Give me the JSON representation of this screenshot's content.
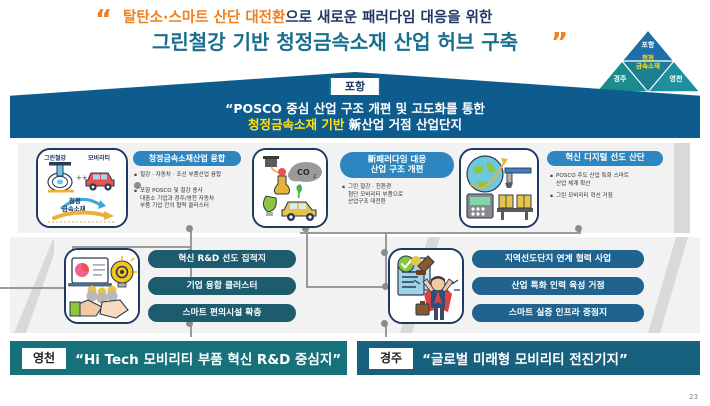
{
  "header": {
    "quote_open": "“",
    "quote_close": "”",
    "line1_accent": "탈탄소·스마트 산단 대전환",
    "line1_rest": "으로 새로운 패러다임 대응을 위한",
    "line2": "그린철강 기반 청정금속소재 산업 허브 구축"
  },
  "logo": {
    "top": "포항",
    "center_line1": "청정",
    "center_line2": "금속소재",
    "bottom_left": "경주",
    "bottom_right": "영천"
  },
  "banner": {
    "badge": "포항",
    "quote_open": "“",
    "line1": "POSCO 중심 산업 구조 개편 및 고도화를 통한",
    "line2_hl": "청정금속소재 기반",
    "line2_rest": " 新산업 거점 산업단지",
    "quote_close": "”"
  },
  "row1": [
    {
      "illustration_label_left": "그린철강",
      "illustration_label_right": "모비리티",
      "illustration_center_l1": "청정",
      "illustration_center_l2": "금속소재",
      "pill": "청정금속소재산업 융합",
      "bullets": [
        "철강 · 자동차 · 조선 부품산업 융합",
        "포항 POSCO 및 철강 종사\n대중소 기업과 경주/영천 자동차\n부품 기업 간의 협력 클러스터"
      ]
    },
    {
      "pill_line1": "新패러다임 대응",
      "pill_line2": "산업 구조 개편",
      "bullets": [
        "그린 철강 · 친환경\n첨단 모비리티 부품으로\n산업구조 대전환"
      ]
    },
    {
      "pill": "혁신 디지털 선도 산단",
      "bullets": [
        "POSCO 주도 산업 특화 스마트\n산업 체계 확산",
        "그린 모비리티 혁신 거점"
      ]
    }
  ],
  "row2": {
    "left_pills": [
      "혁신 R&D 선도 집적지",
      "기업 융합 클러스터",
      "스마트 편의시설 확충"
    ],
    "right_pills": [
      "지역선도단지 연계 협력 사업",
      "산업 특화 인력 육성 거점",
      "스마트 실증 인프라 중점지"
    ]
  },
  "bottom": {
    "left_tag": "영천",
    "left_text": "“Hi Tech 모비리티 부품 혁신 R&D 중심지”",
    "right_tag": "경주",
    "right_text": "“글로벌 미래형 모비리티 전진기지”"
  },
  "page_number": "23",
  "colors": {
    "orange": "#F08020",
    "navy": "#1F3864",
    "teal_title": "#1A6E8E",
    "banner_blue": "#0E5C8E",
    "pill_blue": "#2E86C1",
    "pill_teal": "#1C5C6E",
    "yellow": "#FFE11A"
  }
}
